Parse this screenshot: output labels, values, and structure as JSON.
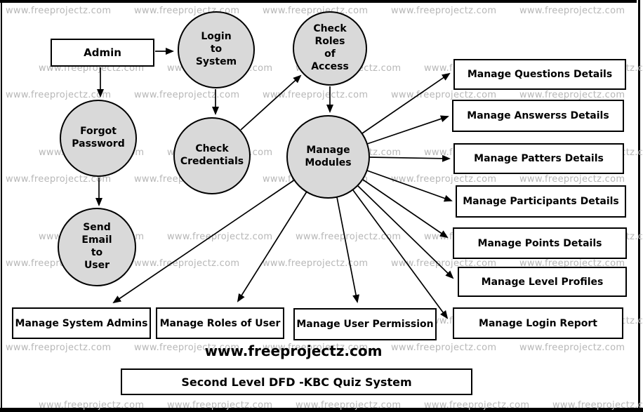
{
  "watermark": {
    "text": "www.freeprojectz.com"
  },
  "brand_text": "www.freeprojectz.com",
  "title": "Second Level DFD -KBC Quiz System",
  "entities": {
    "admin": "Admin",
    "manage_questions": "Manage Questions Details",
    "manage_answers": "Manage Answerss Details",
    "manage_patterns": "Manage Patters Details",
    "manage_participants": "Manage Participants Details",
    "manage_points": "Manage Points Details",
    "manage_levels": "Manage Level Profiles",
    "manage_login_report": "Manage Login Report",
    "manage_system_admins": "Manage System Admins",
    "manage_roles_of_user": "Manage Roles of User",
    "manage_user_permission": "Manage User Permission"
  },
  "processes": {
    "login_to_system": "Login\nto\nSystem",
    "check_roles_of_access": "Check\nRoles\nof\nAccess",
    "forgot_password": "Forgot\nPassword",
    "check_credentials": "Check\nCredentials",
    "manage_modules": "Manage\nModules",
    "send_email_to_user": "Send\nEmail\nto\nUser"
  },
  "colors": {
    "process_fill": "#d9d9d9",
    "stroke": "#000000",
    "watermark": "#b7b7b7"
  }
}
